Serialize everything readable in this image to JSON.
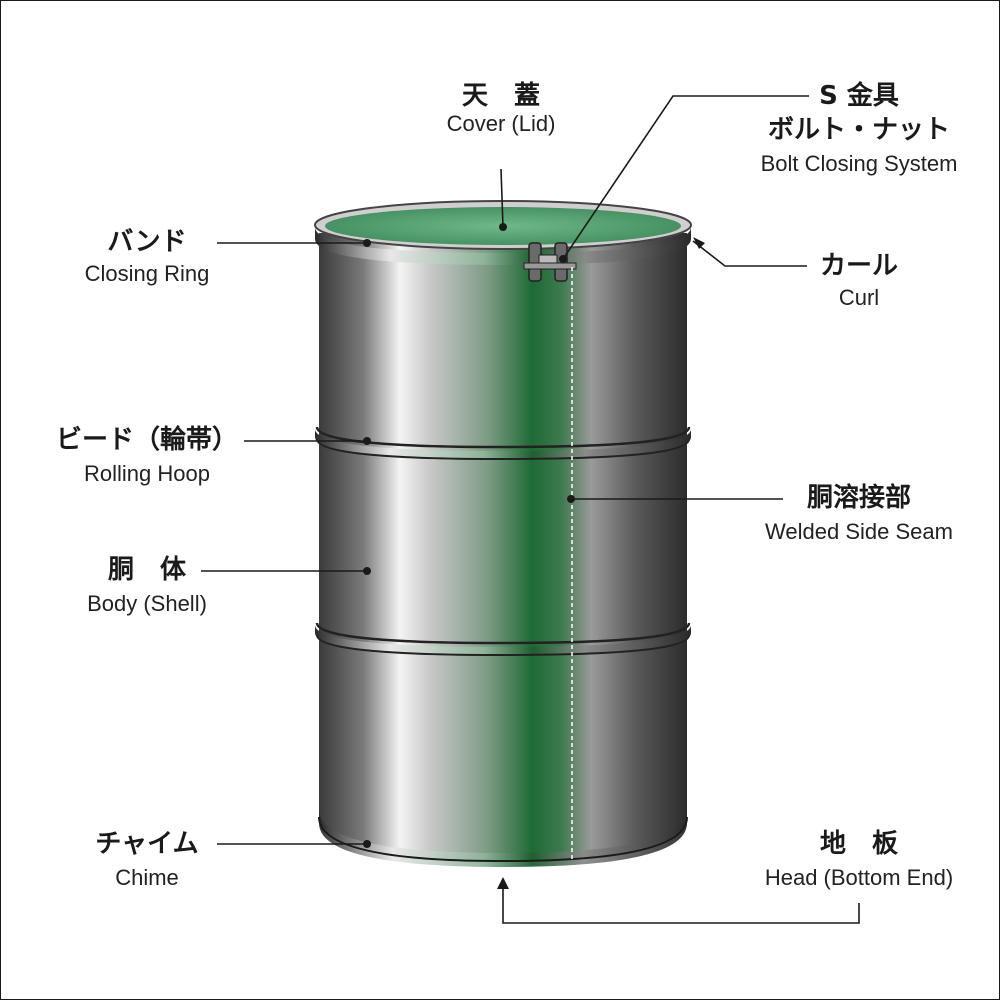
{
  "labels": {
    "cover": {
      "jp": "天　蓋",
      "en": "Cover (Lid)"
    },
    "bolt": {
      "jp1": "S 金具",
      "jp2": "ボルト・ナット",
      "en": "Bolt Closing System"
    },
    "band": {
      "jp": "バンド",
      "en": "Closing Ring"
    },
    "curl": {
      "jp": "カール",
      "en": "Curl"
    },
    "bead": {
      "jp": "ビード（輪帯）",
      "en": "Rolling Hoop"
    },
    "seam": {
      "jp": "胴溶接部",
      "en": "Welded Side Seam"
    },
    "body": {
      "jp": "胴　体",
      "en": "Body (Shell)"
    },
    "chime": {
      "jp": "チャイム",
      "en": "Chime"
    },
    "head": {
      "jp": "地　板",
      "en": "Head (Bottom End)"
    }
  },
  "colors": {
    "lid_green": "#5aa575",
    "body_green": "#1f6b35",
    "steel_dark": "#3a3a3a",
    "steel_light": "#f2f2f2",
    "line": "#1a1a1a"
  }
}
